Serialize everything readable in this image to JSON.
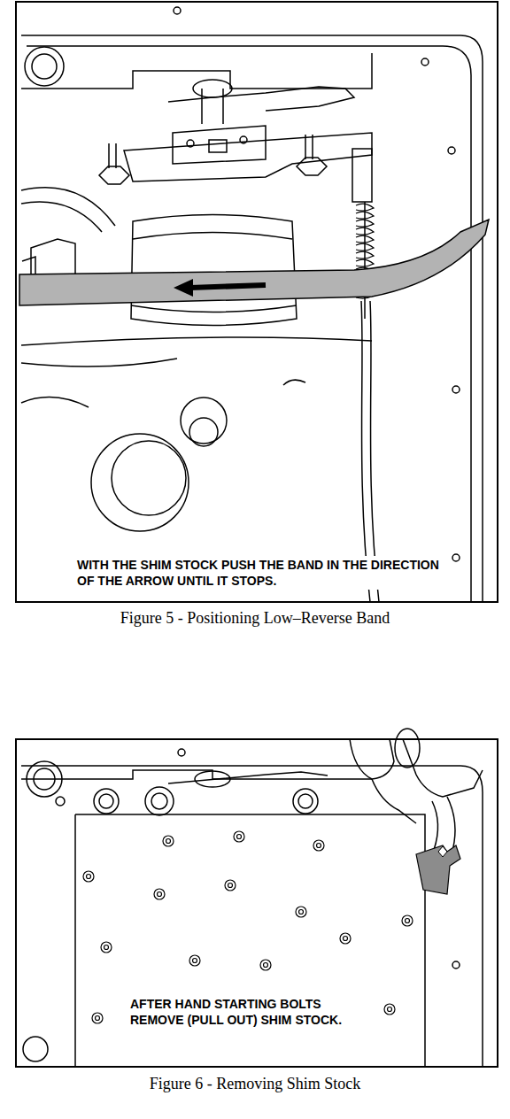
{
  "diagram": {
    "labels": [
      "WITH THE SHIM STOCK PUSH THE BAND IN THE DIRECTION OF THE ARROW UNTIL IT STOPS.",
      "Figure 5 - Positioning Low–Reverse Band",
      "AFTER HAND STARTING BOLTS REMOVE (PULL OUT) SHIM STOCK.",
      "Figure 6 - Removing Shim Stock"
    ]
  }
}
